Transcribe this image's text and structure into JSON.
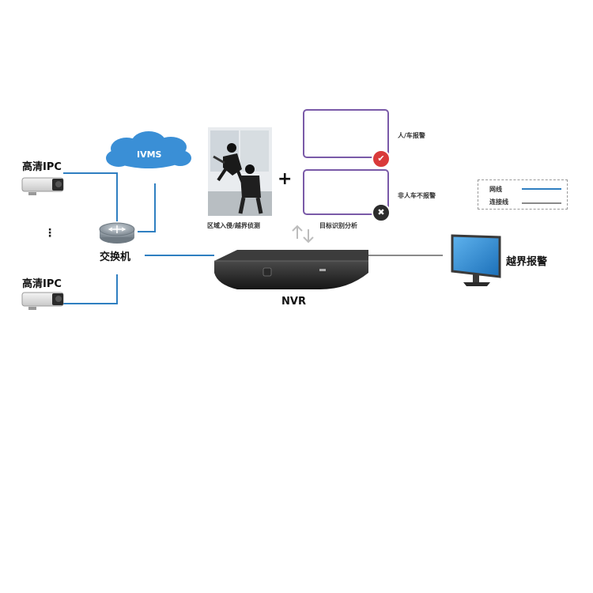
{
  "nodes": {
    "ipc_top": "高清IPC",
    "ipc_bottom": "高清IPC",
    "ellipsis": "⋮",
    "switch": "交换机",
    "cloud": "IVMS",
    "nvr": "NVR",
    "monitor": "越界报警"
  },
  "analysis": {
    "intrusion_caption": "区域入侵/越界侦测",
    "plus": "+",
    "target_caption": "目标识别分析",
    "human_vehicle_alarm": "人/车报警",
    "non_human_vehicle": "非人车不报警",
    "accept_mark": "✔",
    "reject_mark": "✖"
  },
  "legend": {
    "network": "网线",
    "connection": "连接线"
  },
  "colors": {
    "network_line": "#2f7fc1",
    "connection_line": "#8a8a8a",
    "panel_border": "#7a5aa8",
    "accept_badge": "#d93a3a",
    "reject_badge": "#2b2b2b",
    "cloud": "#3a8fd6"
  }
}
